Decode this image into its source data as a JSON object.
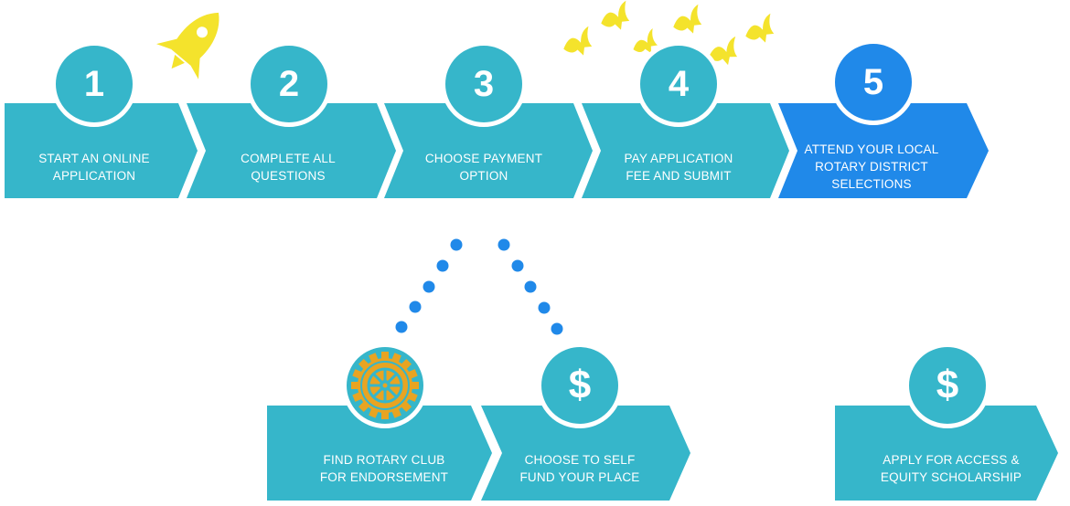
{
  "colors": {
    "teal": "#36b6ca",
    "blue": "#2089e9",
    "yellow": "#f4e32c",
    "rotary_gold": "#e8a422",
    "white": "#ffffff"
  },
  "steps": [
    {
      "number": "1",
      "line1": "START AN ONLINE",
      "line2": "APPLICATION",
      "line3": ""
    },
    {
      "number": "2",
      "line1": "COMPLETE ALL",
      "line2": "QUESTIONS",
      "line3": ""
    },
    {
      "number": "3",
      "line1": "CHOOSE PAYMENT",
      "line2": "OPTION",
      "line3": ""
    },
    {
      "number": "4",
      "line1": "PAY APPLICATION",
      "line2": "FEE AND SUBMIT",
      "line3": ""
    },
    {
      "number": "5",
      "line1": "ATTEND YOUR LOCAL",
      "line2": "ROTARY DISTRICT",
      "line3": "SELECTIONS"
    }
  ],
  "options": [
    {
      "icon": "rotary-wheel-icon",
      "line1": "FIND ROTARY CLUB",
      "line2": "FOR ENDORSEMENT"
    },
    {
      "icon": "dollar-icon",
      "symbol": "$",
      "line1": "CHOOSE TO SELF",
      "line2": "FUND YOUR PLACE"
    },
    {
      "icon": "dollar-icon",
      "symbol": "$",
      "line1": "APPLY FOR ACCESS &",
      "line2": "EQUITY SCHOLARSHIP"
    }
  ],
  "decorations": [
    "rocket-icon",
    "bird-flock-icon",
    "dotted-connector"
  ]
}
